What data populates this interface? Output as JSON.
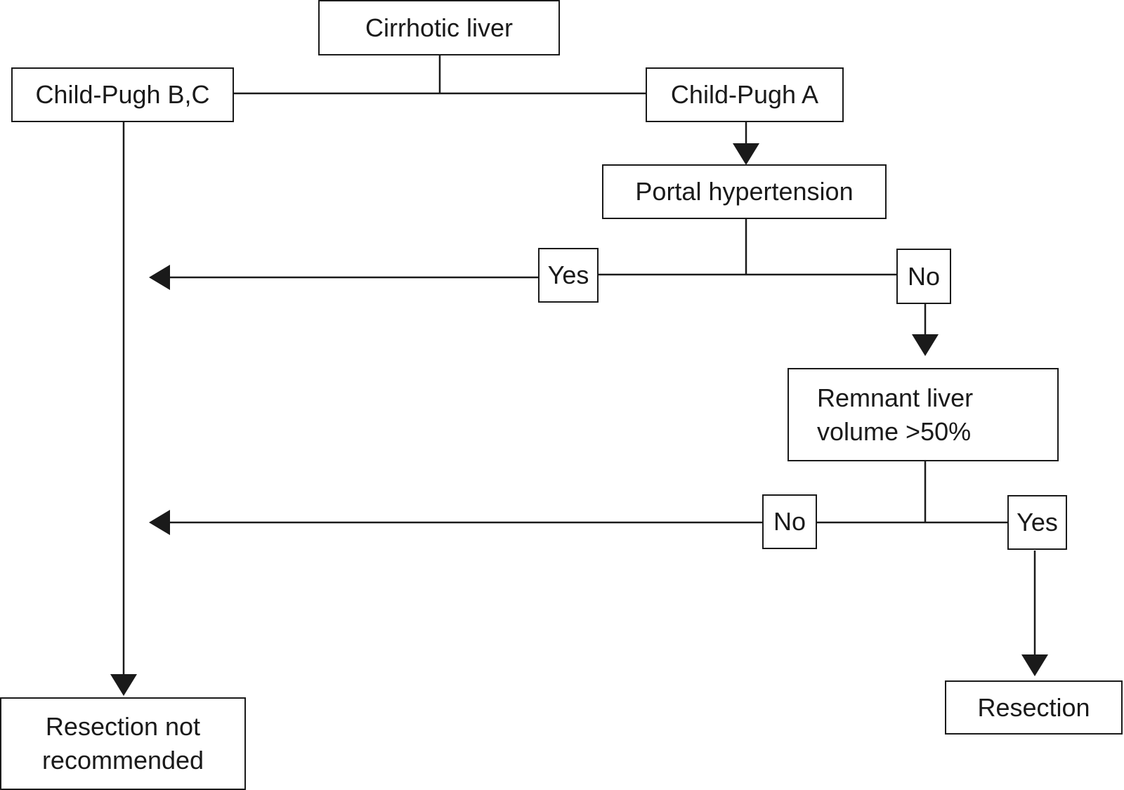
{
  "nodes": {
    "cirrhotic": "Cirrhotic liver",
    "child_bc": "Child-Pugh B,C",
    "child_a": "Child-Pugh A",
    "portal": "Portal hypertension",
    "remnant": "Remnant liver\nvolume >50%",
    "resection": "Resection",
    "not_recommended": "Resection not\nrecommended"
  },
  "labels": {
    "portal_yes": "Yes",
    "portal_no": "No",
    "remnant_no": "No",
    "remnant_yes": "Yes"
  },
  "colors": {
    "stroke": "#1a1a1a",
    "background": "#ffffff"
  }
}
